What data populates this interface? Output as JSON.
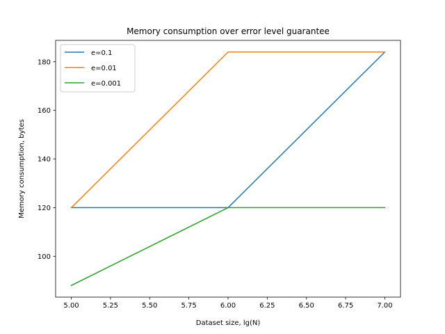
{
  "chart_data": {
    "type": "line",
    "title": "Memory consumption over error level guarantee",
    "xlabel": "Dataset size, lg(N)",
    "ylabel": "Memory consumption, bytes",
    "x": [
      5,
      6,
      7
    ],
    "xlim": [
      4.9,
      7.1
    ],
    "ylim": [
      83.2,
      188.8
    ],
    "xticks": [
      5.0,
      5.25,
      5.5,
      5.75,
      6.0,
      6.25,
      6.5,
      6.75,
      7.0
    ],
    "xtick_labels": [
      "5.00",
      "5.25",
      "5.50",
      "5.75",
      "6.00",
      "6.25",
      "6.50",
      "6.75",
      "7.00"
    ],
    "yticks": [
      100,
      120,
      140,
      160,
      180
    ],
    "ytick_labels": [
      "100",
      "120",
      "140",
      "160",
      "180"
    ],
    "grid": false,
    "legend_position": "top-left",
    "series": [
      {
        "name": "e=0.1",
        "values": [
          120,
          120,
          184
        ],
        "color": "#1f77b4"
      },
      {
        "name": "e=0.01",
        "values": [
          120,
          184,
          184
        ],
        "color": "#ff7f0e"
      },
      {
        "name": "e=0.001",
        "values": [
          88,
          120,
          120
        ],
        "color": "#2ca02c"
      }
    ]
  }
}
